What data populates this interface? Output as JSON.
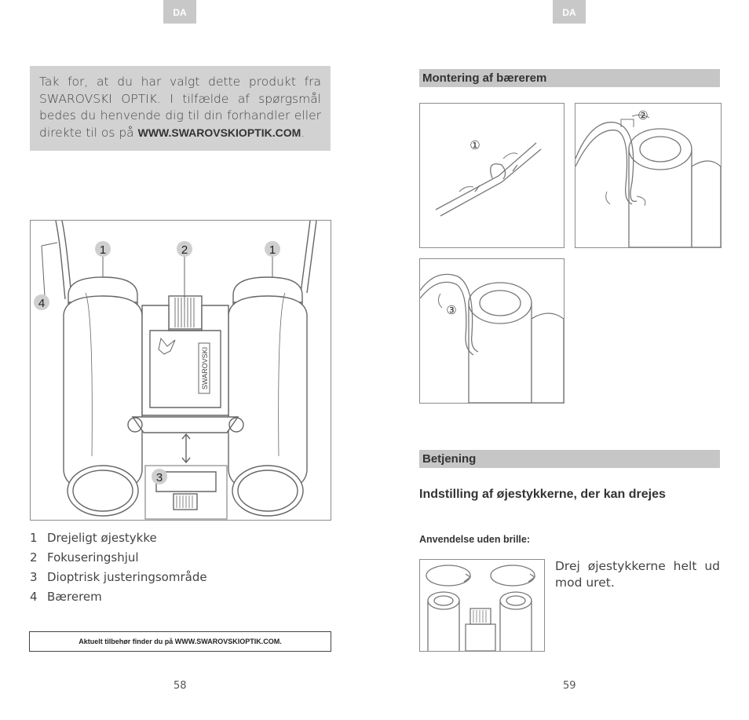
{
  "left_page": {
    "lang_tag": "DA",
    "intro": {
      "text": "Tak for, at du har valgt dette produkt fra SWAROVSKI OPTIK. I tilfælde af spørgsmål bedes du henvende dig til din forhandler eller direkte til os på ",
      "link": "WWW.SWAROVSKIOPTIK.COM",
      "end": "."
    },
    "figure": {
      "callouts": [
        "1",
        "2",
        "1",
        "4",
        "3"
      ],
      "brand_label": "SWAROVSKI"
    },
    "legend": [
      {
        "num": "1",
        "label": "Drejeligt øjestykke"
      },
      {
        "num": "2",
        "label": "Fokuseringshjul"
      },
      {
        "num": "3",
        "label": "Dioptrisk justeringsområde"
      },
      {
        "num": "4",
        "label": "Bærerem"
      }
    ],
    "note": "Aktuelt tilbehør finder du på WWW.SWAROVSKIOPTIK.COM.",
    "page_number": "58"
  },
  "right_page": {
    "lang_tag": "DA",
    "section1_title": "Montering af bærerem",
    "strap_steps": [
      "①",
      "②",
      "③"
    ],
    "section2_title": "Betjening",
    "subheading": "Indstilling af øjestykkerne, der kan drejes",
    "sub_subheading": "Anvendelse uden brille:",
    "instruction": "Drej øjestykkerne helt ud mod uret.",
    "page_number": "59"
  },
  "colors": {
    "section_bar": "#c6c6c6",
    "intro_box": "#d2d2d2",
    "lang_tab": "#c8c8c8"
  }
}
